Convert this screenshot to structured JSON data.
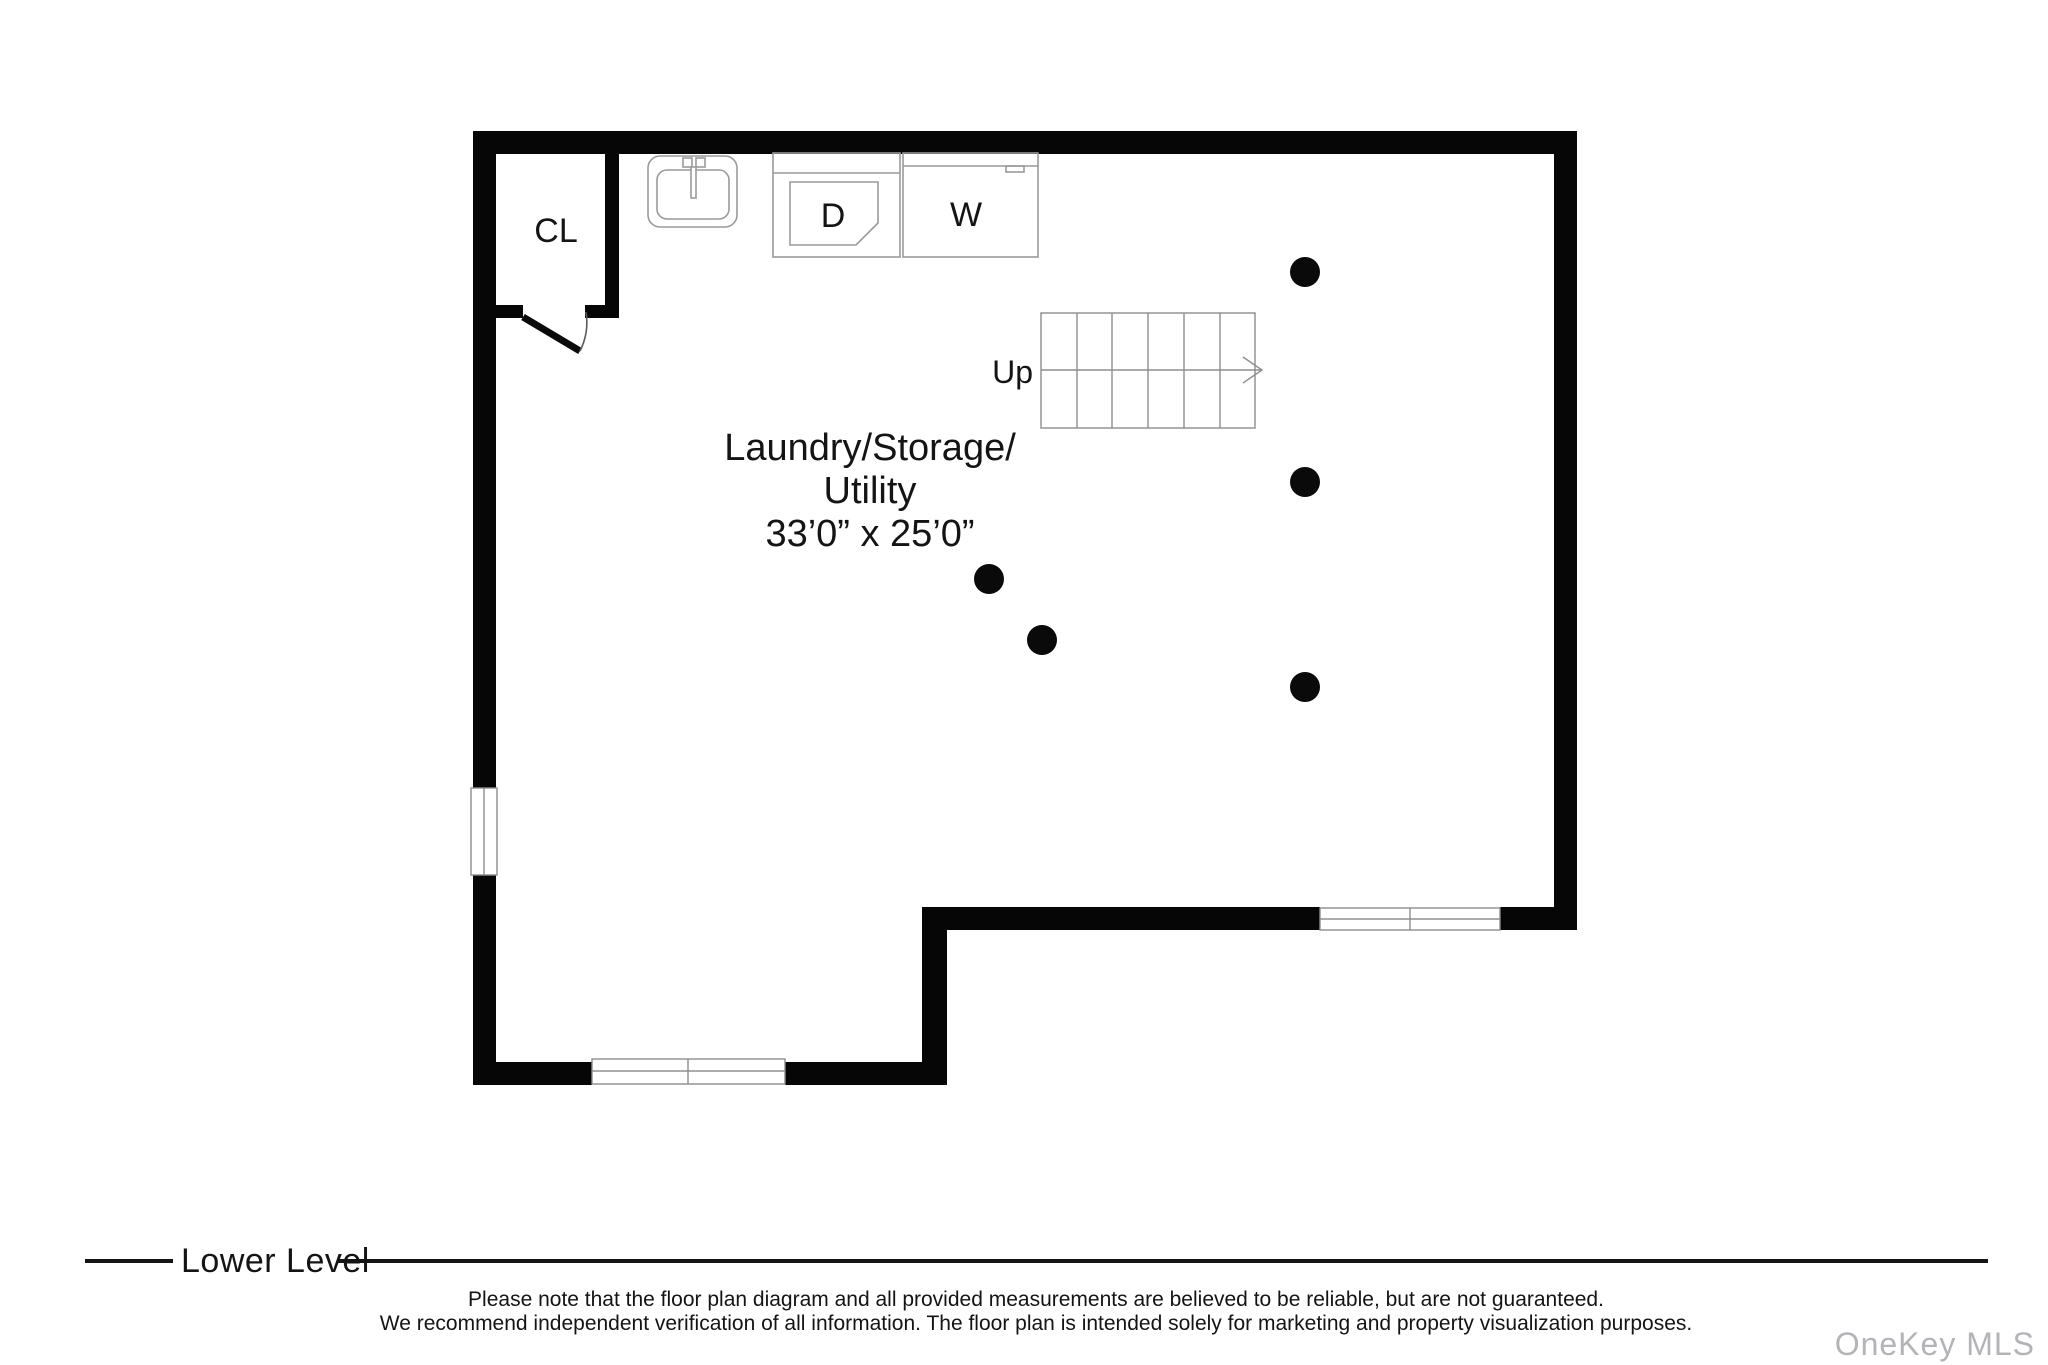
{
  "floor_plan": {
    "closet": {
      "label": "CL"
    },
    "appliances": {
      "dryer_label": "D",
      "washer_label": "W"
    },
    "stairs": {
      "label": "Up",
      "treads": 6,
      "arrow_direction": "right"
    },
    "room_label": {
      "line1": "Laundry/Storage/",
      "line2": "Utility",
      "dimensions": "33’0” x 25’0”"
    },
    "support_columns": 5,
    "windows": 3,
    "colors": {
      "wall": "#060606",
      "fixture_outline": "#9a9a9a"
    }
  },
  "footer": {
    "level_title": "Lower Level",
    "disclaimer_line1": "Please note that the floor plan diagram and all provided measurements are believed to be reliable, but are not guaranteed.",
    "disclaimer_line2": "We recommend independent verification of all information. The floor plan is intended solely for marketing and property visualization purposes.",
    "watermark": "OneKey MLS"
  }
}
